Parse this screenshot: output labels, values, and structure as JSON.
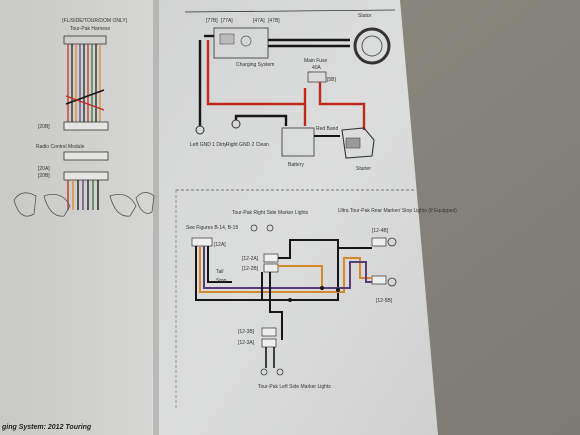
{
  "left_page": {
    "top_labels": [
      "(FL/SIDE/TOUR/DOM ONLY)",
      "Tour-Pak Harness"
    ],
    "mid_label": "[20B]",
    "module_label": "Radio Control Module",
    "conn_labels": [
      "[20A]",
      "[20B]"
    ]
  },
  "charging": {
    "connectors": [
      "[77B]",
      "[77A]",
      "[47A]",
      "[47B]"
    ],
    "stator_label": "Stator",
    "system_label": "Charging System",
    "fuse_label": "Main Fuse",
    "fuse_rating": "40A",
    "fuse_conn": "[5B]",
    "gnd1": "Left GND 1 Dirty",
    "gnd2": "Right GND 2 Clean",
    "battery_label": "Battery",
    "red_band": "Red Band",
    "starter_label": "Starter"
  },
  "tourpak": {
    "figures_ref": "See Figures B-14, B-15",
    "right_side_title": "Tour-Pak Right Side Marker Lights",
    "ultra_title": "Ultra Tour-Pak Rear Marker/ Stop Lights (If Equipped)",
    "conn_12A": "[12A]",
    "conn_12_2A": "[12-2A]",
    "conn_12_2B": "[12-2B]",
    "conn_12_4B": "[12-4B]",
    "conn_12_5B": "[12-5B]",
    "conn_12_3B": "[12-3B]",
    "conn_12_3A": "[12-3A]",
    "tail": "Tail",
    "stop": "Stop",
    "left_side_title": "Tour-Pak Left Side Marker Lights"
  },
  "footer": {
    "text": "ging System: 2012 Touring"
  },
  "colors": {
    "wood": "#8c8a7c",
    "paper": "#d9dbdc",
    "wire_red": "#c0281c",
    "wire_orange": "#d7882a",
    "wire_purple": "#5a3a78",
    "wire_black": "#161616"
  }
}
